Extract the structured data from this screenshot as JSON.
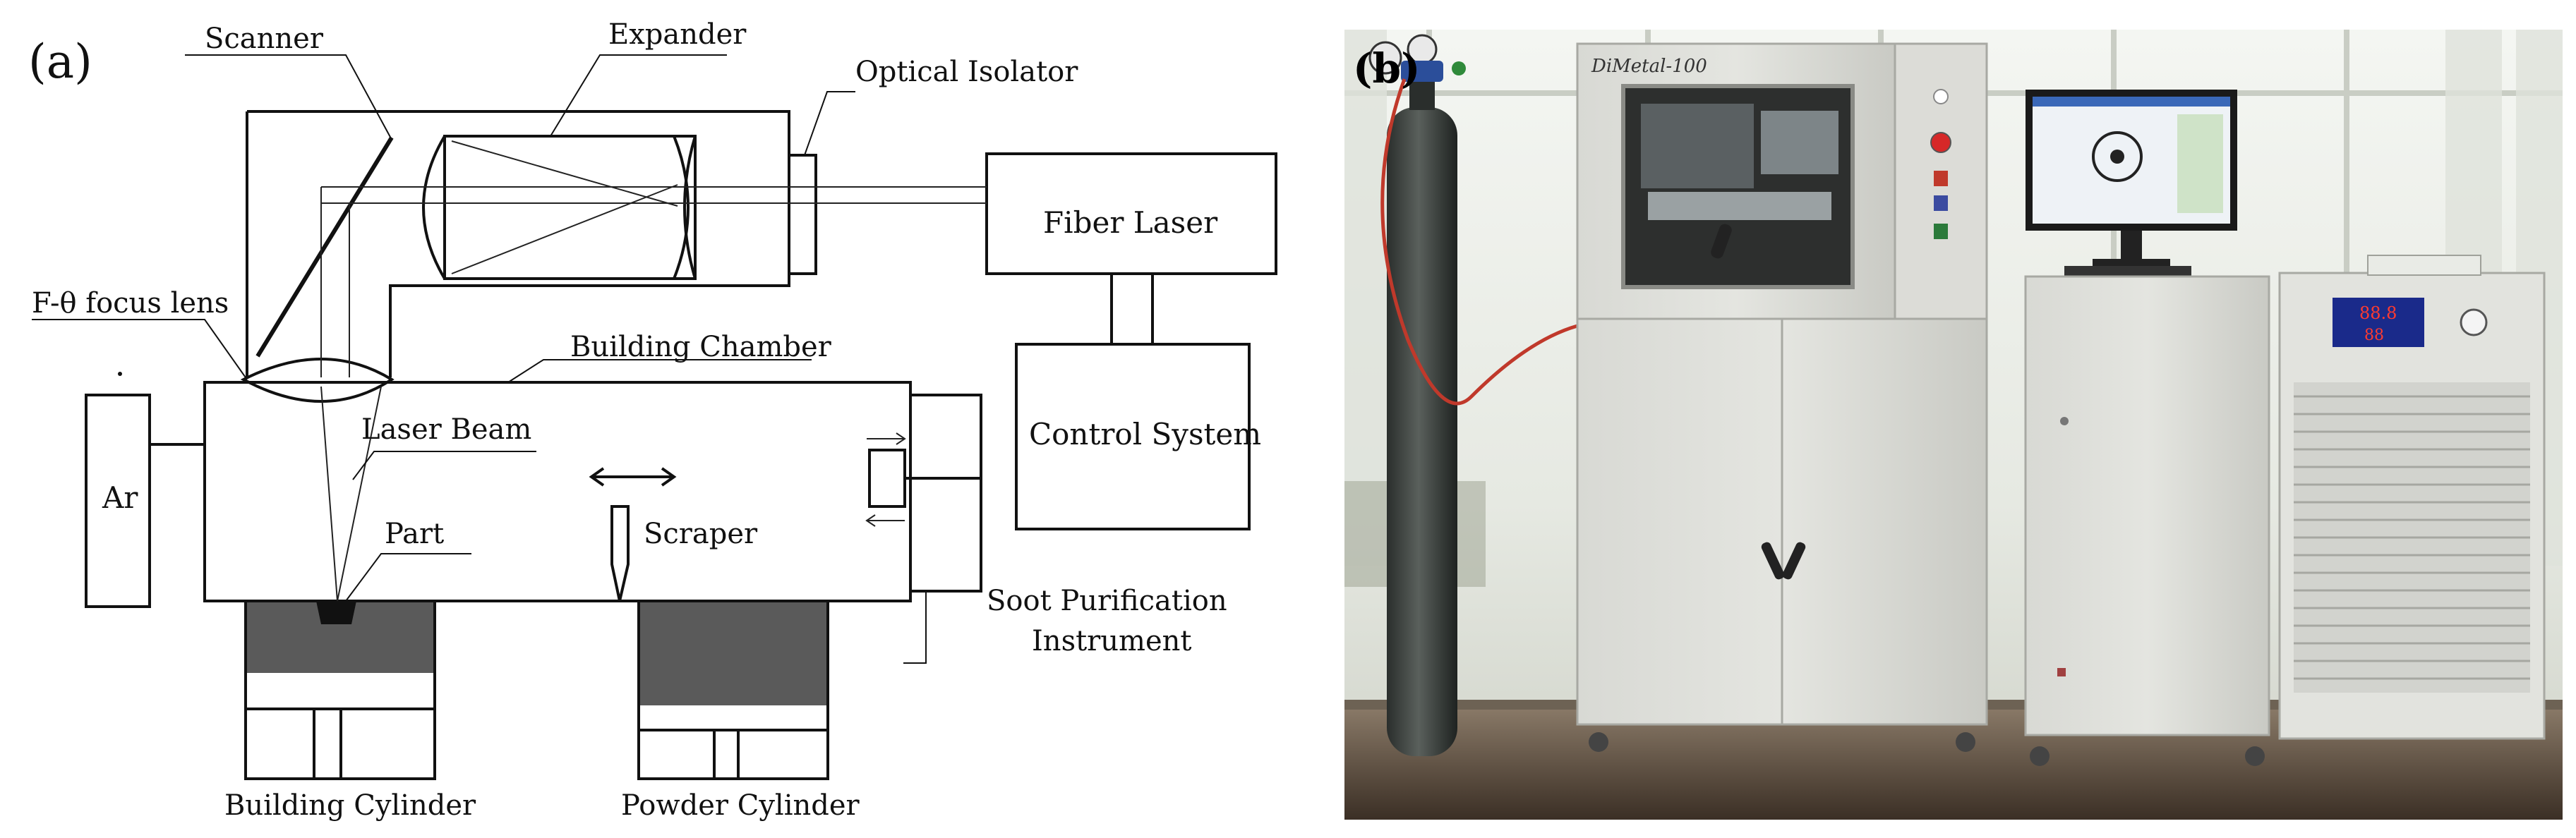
{
  "panel_a": {
    "tag": "(a)",
    "labels": {
      "scanner": "Scanner",
      "expander": "Expander",
      "optical_isolator": "Optical Isolator",
      "fiber_laser": "Fiber Laser",
      "f_theta": "F-θ focus lens",
      "building_chamber": "Building Chamber",
      "ar": "Ar",
      "laser_beam": "Laser Beam",
      "part": "Part",
      "scraper": "Scraper",
      "control_system": "Control System",
      "soot_line1": "Soot Purification",
      "soot_line2": "Instrument",
      "building_cylinder": "Building Cylinder",
      "powder_cylinder": "Powder Cylinder"
    }
  },
  "panel_b": {
    "tag": "(b)",
    "machine_name": "DiMetal-100",
    "chiller_display_top": "88.8",
    "chiller_display_bottom": "88"
  }
}
